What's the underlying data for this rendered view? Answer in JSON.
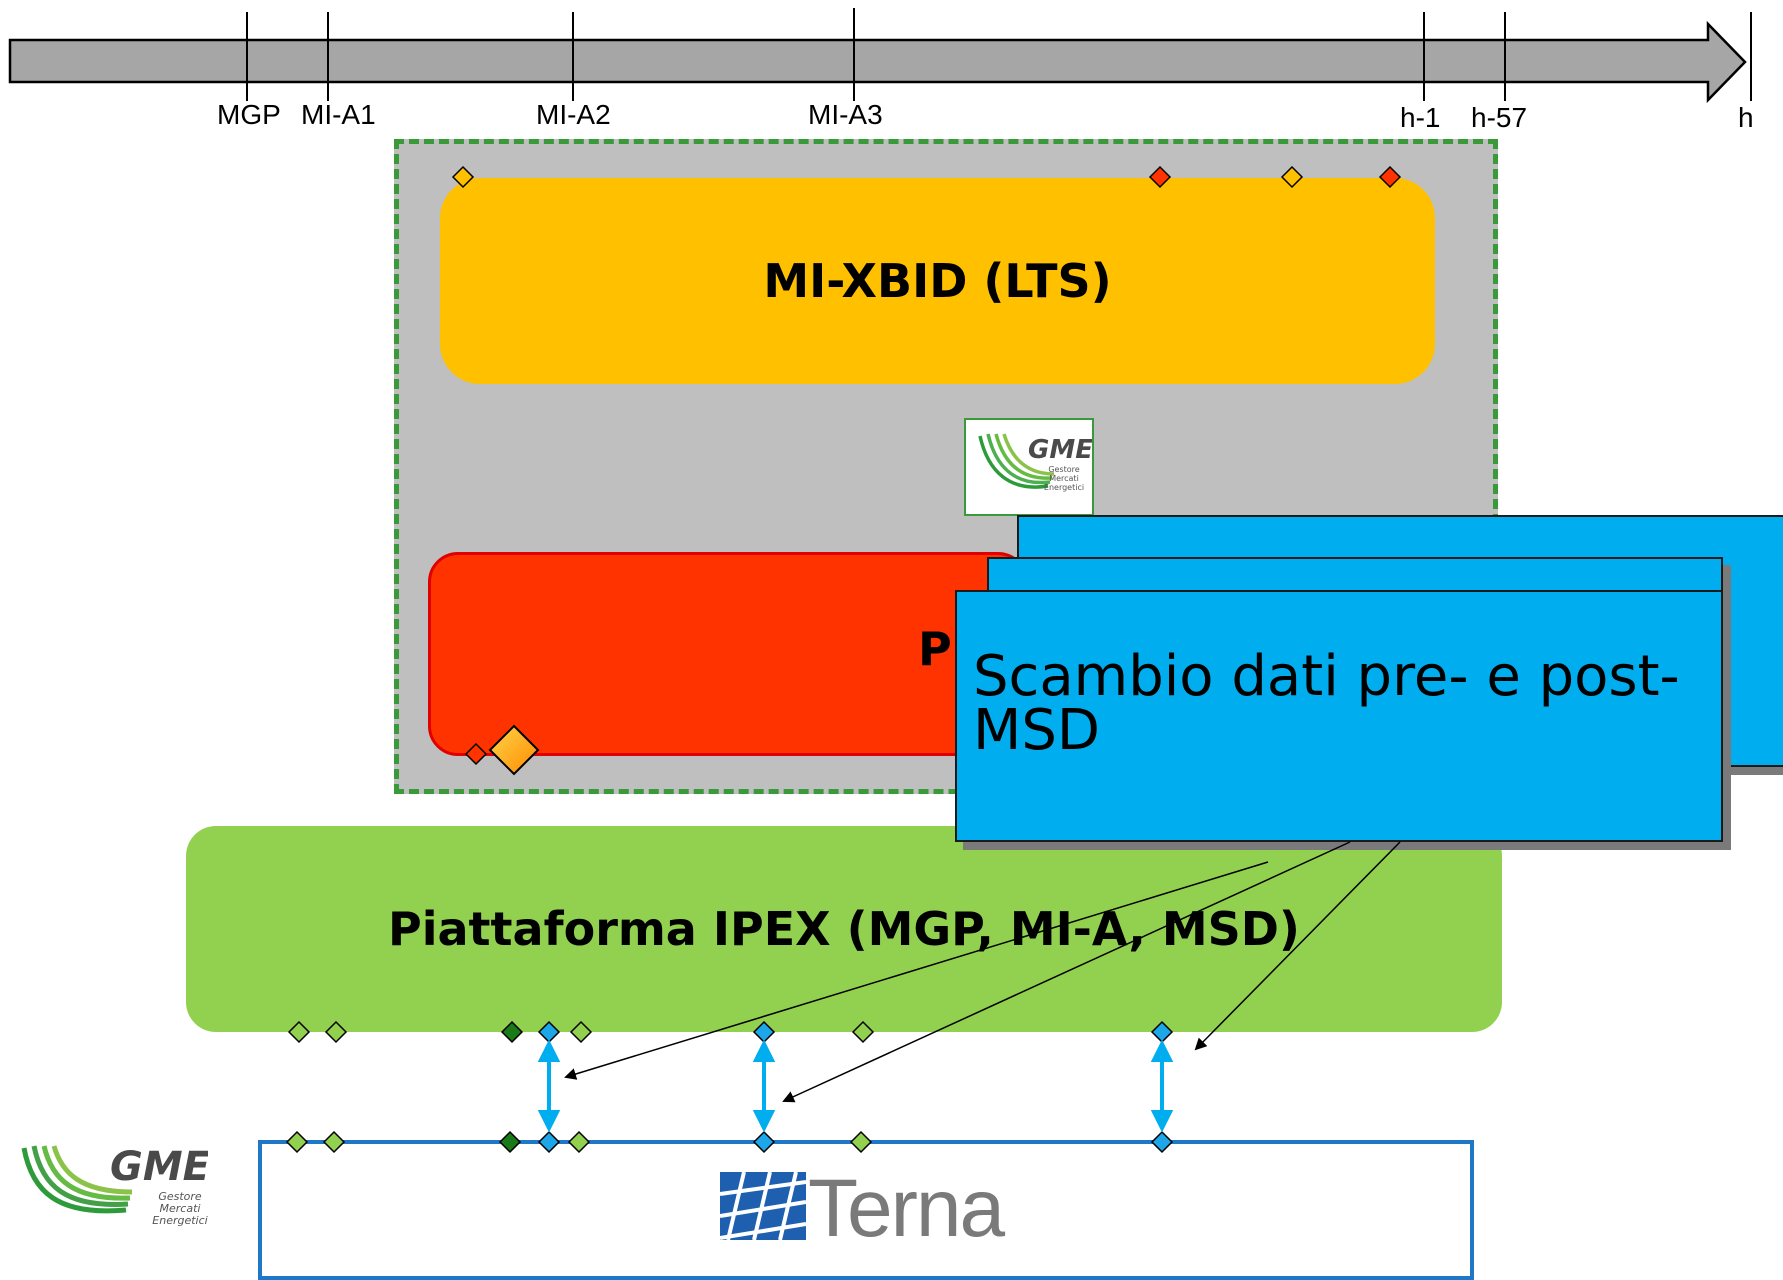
{
  "timeline": {
    "ticks": [
      {
        "id": "mgp",
        "label": "MGP"
      },
      {
        "id": "mi-a1",
        "label": "MI-A1"
      },
      {
        "id": "mi-a2",
        "label": "MI-A2"
      },
      {
        "id": "mi-a3",
        "label": "MI-A3"
      },
      {
        "id": "h-1",
        "label": "h-1"
      },
      {
        "id": "h-57",
        "label": "h-57"
      },
      {
        "id": "h",
        "label": "h"
      }
    ]
  },
  "boxes": {
    "xbid_title": "MI-XBID (LTS)",
    "red_title_visible": "P",
    "ipex_title": "Piattaforma IPEX (MGP, MI-A, MSD)",
    "card_text_line1": "Scambio dati pre- e post-",
    "card_text_line2": "MSD"
  },
  "logos": {
    "gme_wordmark": "GME",
    "gme_subtitle_1": "Gestore",
    "gme_subtitle_2": "Mercati",
    "gme_subtitle_3": "Energetici",
    "terna_wordmark": "Terna"
  },
  "colors": {
    "xbid": "#ffc000",
    "red_platform": "#ff3300",
    "ipex": "#92d050",
    "card": "#00aeef",
    "container_border": "#3a9a3a",
    "terna_border": "#1f77c8",
    "connector": "#00aeef",
    "diamond_orange": "#ffc000",
    "diamond_red": "#ff3300",
    "diamond_lightgreen": "#92d050",
    "diamond_darkgreen": "#1a7a1a",
    "diamond_blue": "#1ea7e8"
  }
}
